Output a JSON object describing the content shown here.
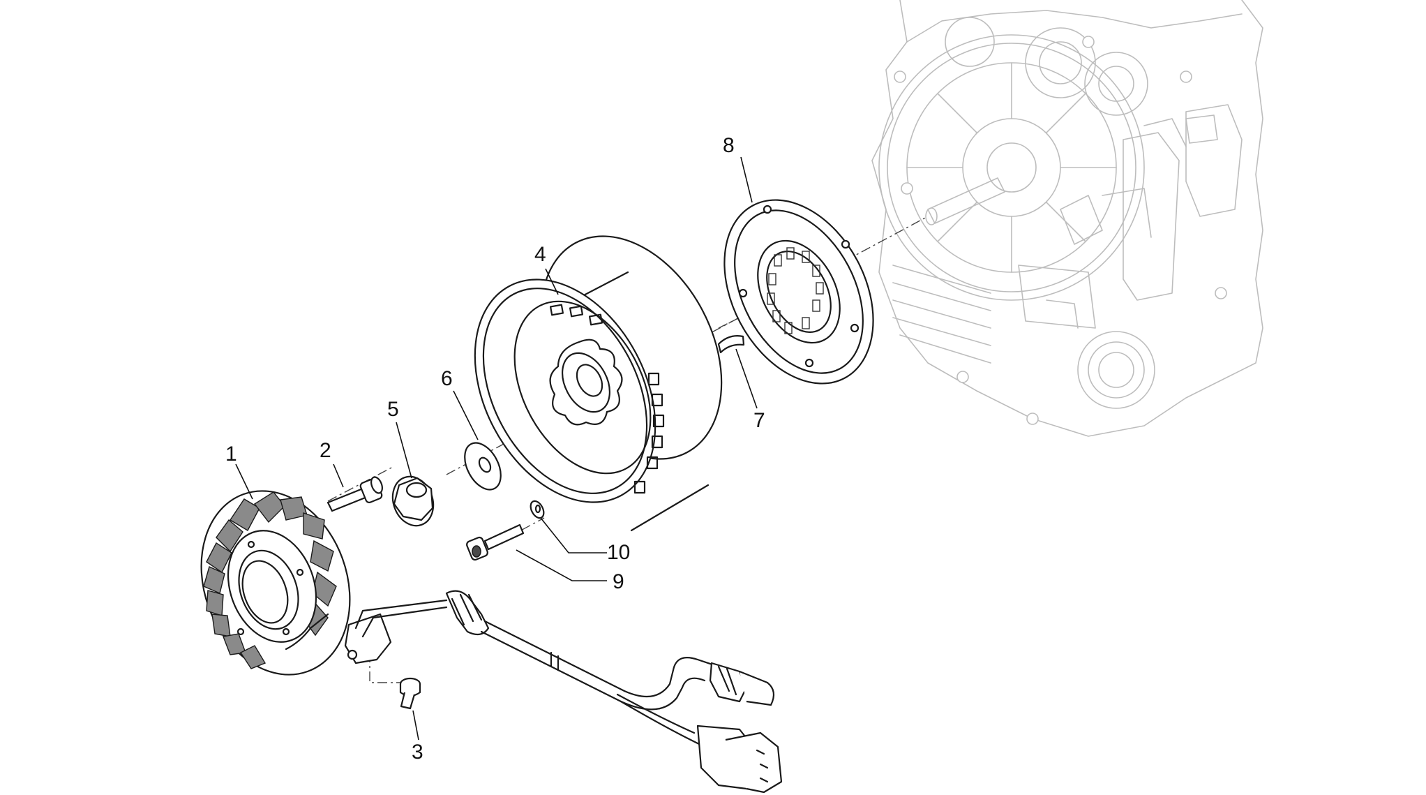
{
  "diagram": {
    "callouts": [
      {
        "id": "1",
        "label": "1"
      },
      {
        "id": "2",
        "label": "2"
      },
      {
        "id": "3",
        "label": "3"
      },
      {
        "id": "4",
        "label": "4"
      },
      {
        "id": "5",
        "label": "5"
      },
      {
        "id": "6",
        "label": "6"
      },
      {
        "id": "7",
        "label": "7"
      },
      {
        "id": "8",
        "label": "8"
      },
      {
        "id": "9",
        "label": "9"
      },
      {
        "id": "10",
        "label": "10"
      }
    ],
    "colors": {
      "line": "#1a1a1a",
      "ghost_engine": "#bdbdbd",
      "background": "#ffffff"
    }
  }
}
